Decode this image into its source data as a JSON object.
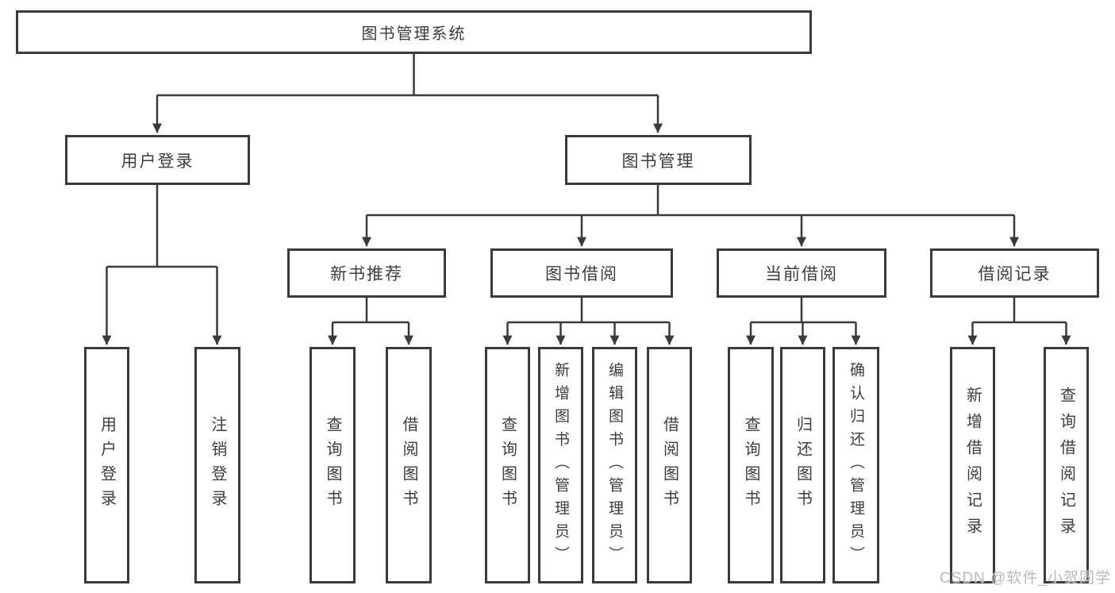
{
  "diagram": {
    "root": {
      "label": "图书管理系统"
    },
    "level2": [
      {
        "label": "用户登录"
      },
      {
        "label": "图书管理"
      }
    ],
    "level3": [
      {
        "label": "新书推荐"
      },
      {
        "label": "图书借阅"
      },
      {
        "label": "当前借阅"
      },
      {
        "label": "借阅记录"
      }
    ],
    "leaves": [
      {
        "label": "用户登录"
      },
      {
        "label": "注销登录"
      },
      {
        "label": "查询图书"
      },
      {
        "label": "借阅图书"
      },
      {
        "label": "查询图书"
      },
      {
        "label": "新增图书（管理员）"
      },
      {
        "label": "编辑图书（管理员）"
      },
      {
        "label": "借阅图书"
      },
      {
        "label": "查询图书"
      },
      {
        "label": "归还图书"
      },
      {
        "label": "确认归还（管理员）"
      },
      {
        "label": "新增借阅记录"
      },
      {
        "label": "查询借阅记录"
      }
    ]
  },
  "watermark": {
    "text": "CSDN @软件_小贺同学"
  },
  "colors": {
    "line": "#3a3a3a",
    "text": "#3d3d3d",
    "watermark": "#b9b9b9",
    "background": "#ffffff"
  }
}
